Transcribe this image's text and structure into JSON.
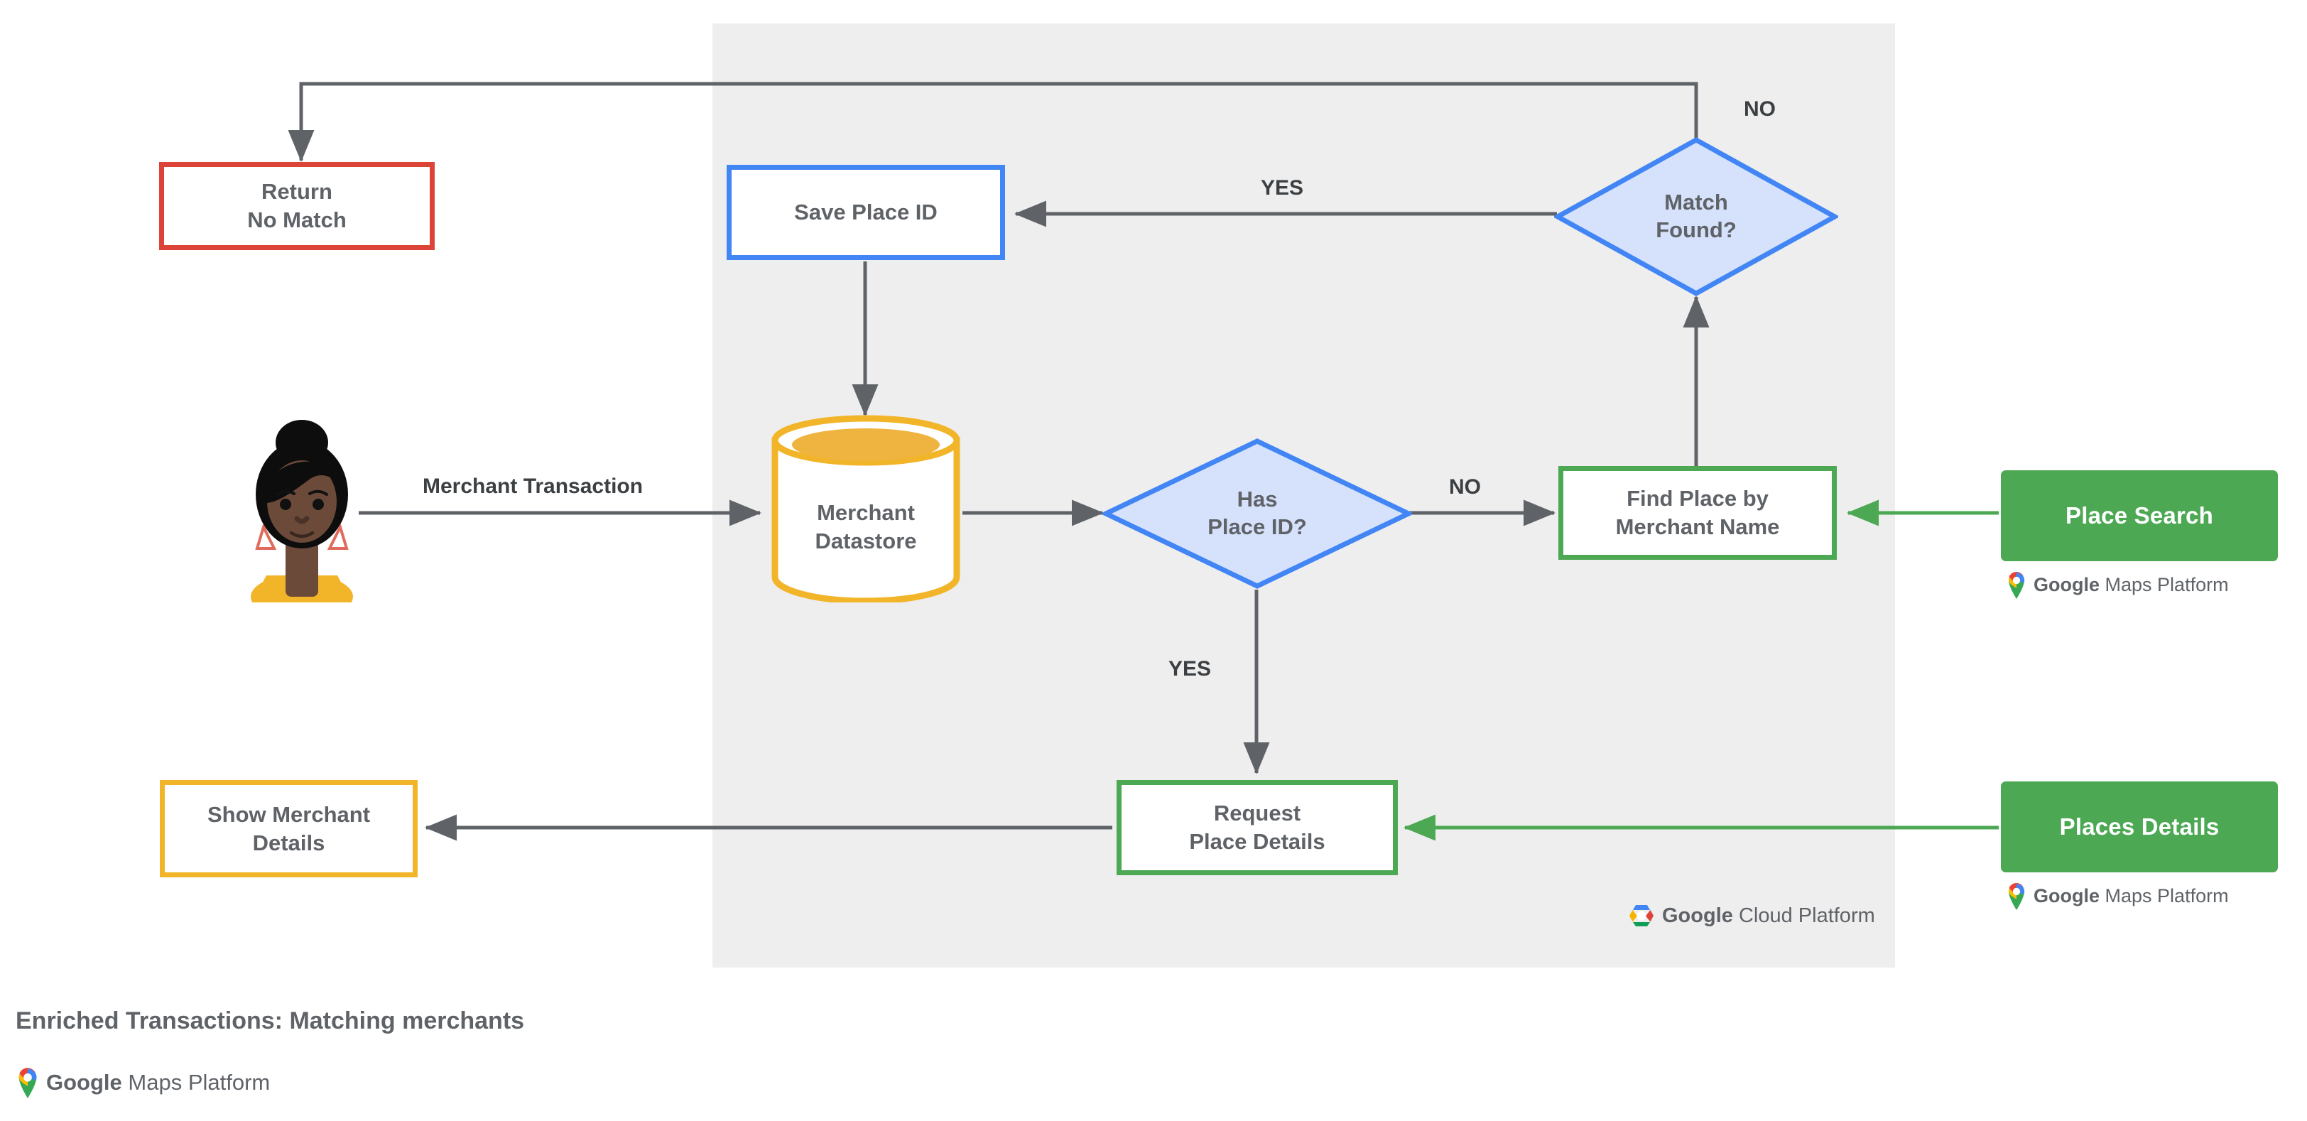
{
  "diagram": {
    "title": "Enriched Transactions: Matching merchants",
    "platform_brand": {
      "word1": "Google",
      "word2": "Maps Platform"
    },
    "cloud_brand": {
      "word1": "Google",
      "word2": "Cloud Platform"
    },
    "colors": {
      "red": "#db4437",
      "blue": "#4285f4",
      "blue_fill": "#d6e2fb",
      "green": "#4ca853",
      "yellow": "#f2b529",
      "panel": "#eeeeee",
      "edge": "#5f6368",
      "text": "#5f6368"
    },
    "panel_name": "google-cloud-platform-region",
    "nodes": {
      "return_no_match": {
        "label": "Return\nNo Match",
        "shape": "process",
        "accent": "red"
      },
      "save_place_id": {
        "label": "Save Place ID",
        "shape": "process",
        "accent": "blue"
      },
      "match_found": {
        "label": "Match\nFound?",
        "shape": "decision",
        "accent": "blue"
      },
      "merchant_datastore": {
        "label": "Merchant\nDatastore",
        "shape": "datastore",
        "accent": "yellow"
      },
      "has_place_id": {
        "label": "Has\nPlace ID?",
        "shape": "decision",
        "accent": "blue"
      },
      "find_place_by_merchant_name": {
        "label": "Find Place by\nMerchant Name",
        "shape": "process",
        "accent": "green"
      },
      "request_place_details": {
        "label": "Request\nPlace Details",
        "shape": "process",
        "accent": "green"
      },
      "show_merchant_details": {
        "label": "Show Merchant\nDetails",
        "shape": "process",
        "accent": "yellow"
      },
      "place_search": {
        "label": "Place Search",
        "shape": "product-chip",
        "accent": "green"
      },
      "places_details": {
        "label": "Places Details",
        "shape": "product-chip",
        "accent": "green"
      },
      "customer": {
        "label": "",
        "shape": "avatar-illustration"
      }
    },
    "edge_labels": {
      "merchant_transaction": "Merchant Transaction",
      "has_place_id_no": "NO",
      "has_place_id_yes": "YES",
      "match_found_yes": "YES",
      "match_found_no": "NO"
    },
    "edges": [
      {
        "from": "customer",
        "to": "merchant_datastore",
        "label": "Merchant Transaction",
        "color": "gray"
      },
      {
        "from": "merchant_datastore",
        "to": "has_place_id",
        "label": "",
        "color": "gray"
      },
      {
        "from": "has_place_id",
        "to": "find_place_by_merchant_name",
        "label": "NO",
        "color": "gray"
      },
      {
        "from": "has_place_id",
        "to": "request_place_details",
        "label": "YES",
        "color": "gray"
      },
      {
        "from": "find_place_by_merchant_name",
        "to": "match_found",
        "label": "",
        "color": "gray"
      },
      {
        "from": "match_found",
        "to": "save_place_id",
        "label": "YES",
        "color": "gray"
      },
      {
        "from": "match_found",
        "to": "return_no_match",
        "label": "NO",
        "color": "gray"
      },
      {
        "from": "save_place_id",
        "to": "merchant_datastore",
        "label": "",
        "color": "gray"
      },
      {
        "from": "request_place_details",
        "to": "show_merchant_details",
        "label": "",
        "color": "gray"
      },
      {
        "from": "place_search",
        "to": "find_place_by_merchant_name",
        "label": "",
        "color": "green"
      },
      {
        "from": "places_details",
        "to": "request_place_details",
        "label": "",
        "color": "green"
      }
    ]
  }
}
